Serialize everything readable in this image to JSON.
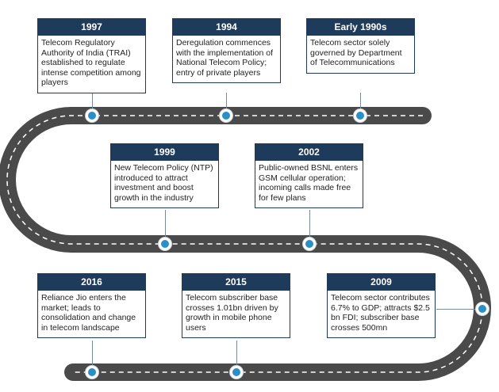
{
  "colors": {
    "road": "#4a4a4a",
    "lane": "#ffffff",
    "header": "#1f3b5c",
    "dot": "#2b8fc7"
  },
  "events": [
    {
      "year": "1997",
      "text": "Telecom Regulatory Authority of India (TRAI) established to regulate intense competition among players"
    },
    {
      "year": "1994",
      "text": "Deregulation commences with the implementation of National Telecom Policy; entry of private players"
    },
    {
      "year": "Early 1990s",
      "text": "Telecom sector solely governed by Department of Telecommunications"
    },
    {
      "year": "1999",
      "text": "New Telecom Policy (NTP) introduced to attract investment and boost growth in the industry"
    },
    {
      "year": "2002",
      "text": "Public-owned BSNL enters GSM cellular operation; incoming calls made free for few plans"
    },
    {
      "year": "2016",
      "text": "Reliance Jio enters the market; leads to consolidation and change in telecom landscape"
    },
    {
      "year": "2015",
      "text": "Telecom subscriber base crosses 1.01bn driven by growth in mobile phone users"
    },
    {
      "year": "2009",
      "text": "Telecom sector contributes 6.7% to GDP; attracts $2.5 bn FDI; subscriber base crosses 500mn"
    }
  ]
}
